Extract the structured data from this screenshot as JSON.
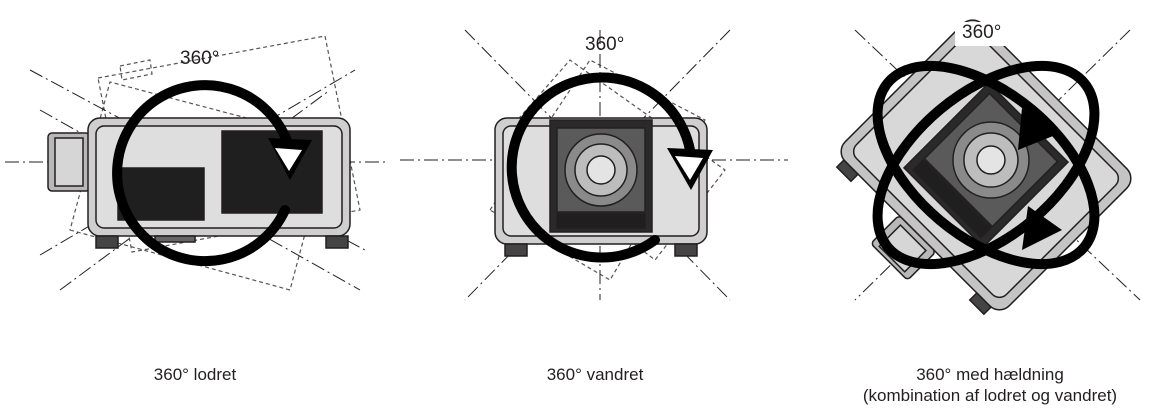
{
  "panels": [
    {
      "angle_label": "360°",
      "caption": "360° lodret",
      "caption_line2": ""
    },
    {
      "angle_label": "360°",
      "caption": "360° vandret",
      "caption_line2": ""
    },
    {
      "angle_label": "360°",
      "caption": "360° med hældning",
      "caption_line2": "(kombination af lodret og vandret)"
    }
  ],
  "colors": {
    "line": "#231f20",
    "body_fill": "#c9c9c9",
    "panel_fill": "#1f1f1f",
    "arrow": "#000000"
  }
}
